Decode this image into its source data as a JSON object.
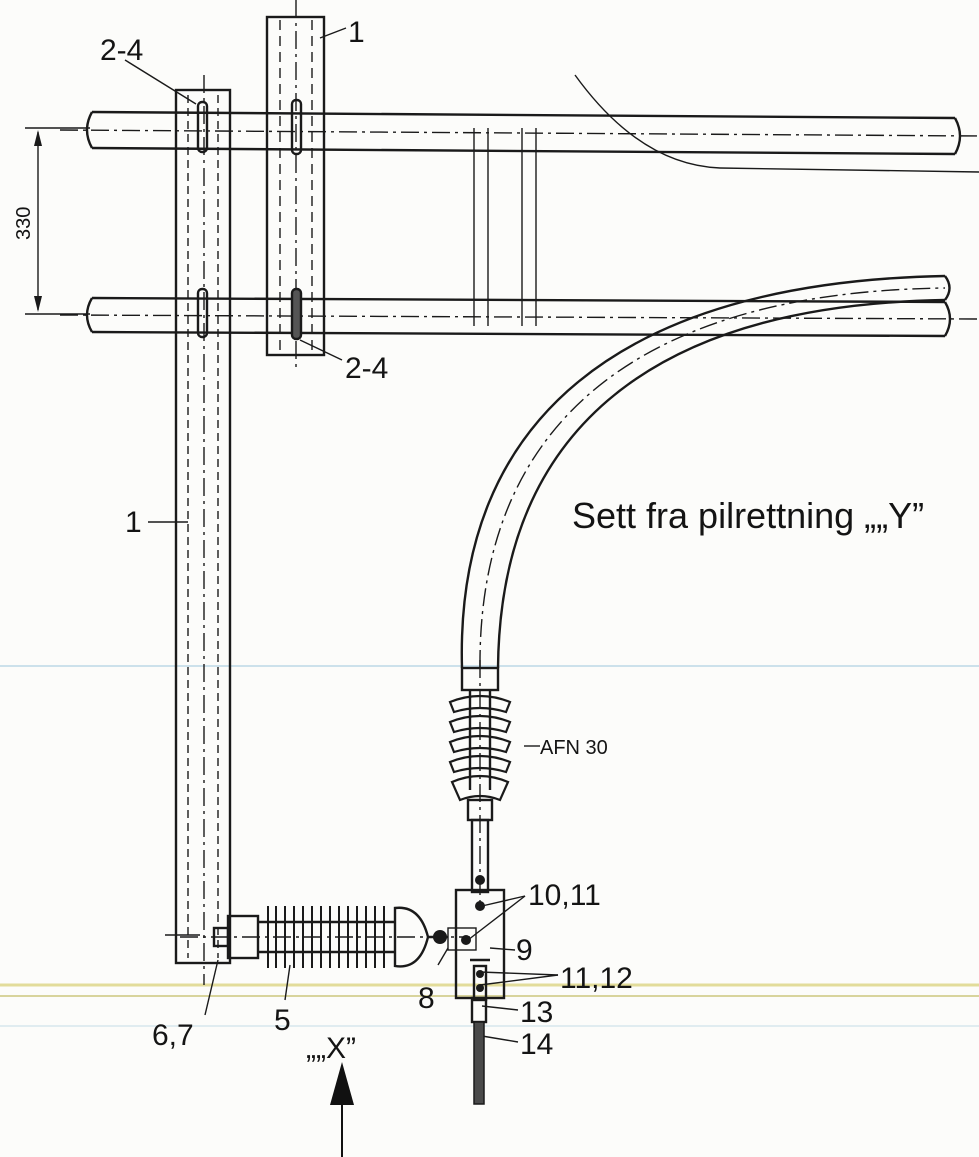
{
  "drawing": {
    "title": "Sett fra pilrettning „„Y”",
    "dimension": "330",
    "labels": {
      "part_1_top": "1",
      "part_1_left": "1",
      "part_2_4_top": "2-4",
      "part_2_4_mid": "2-4",
      "part_5": "5",
      "part_6_7": "6,7",
      "part_8": "8",
      "part_9": "9",
      "part_10_11": "10,11",
      "part_11_12": "11,12",
      "part_13": "13",
      "part_14": "14",
      "insulator_type": "AFN 30",
      "view_x": "„„X”"
    }
  }
}
